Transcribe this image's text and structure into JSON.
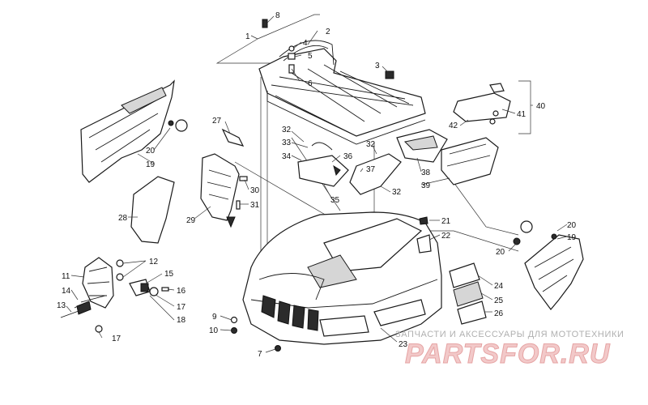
{
  "callouts": [
    {
      "id": "c1",
      "text": "1"
    },
    {
      "id": "c2",
      "text": "2"
    },
    {
      "id": "c3",
      "text": "3"
    },
    {
      "id": "c4",
      "text": "4"
    },
    {
      "id": "c5",
      "text": "5"
    },
    {
      "id": "c6",
      "text": "6"
    },
    {
      "id": "c7",
      "text": "7"
    },
    {
      "id": "c8",
      "text": "8"
    },
    {
      "id": "c9",
      "text": "9"
    },
    {
      "id": "c10",
      "text": "10"
    },
    {
      "id": "c11",
      "text": "11"
    },
    {
      "id": "c12",
      "text": "12"
    },
    {
      "id": "c13",
      "text": "13"
    },
    {
      "id": "c14",
      "text": "14"
    },
    {
      "id": "c15",
      "text": "15"
    },
    {
      "id": "c16",
      "text": "16"
    },
    {
      "id": "c17a",
      "text": "17"
    },
    {
      "id": "c17b",
      "text": "17"
    },
    {
      "id": "c18",
      "text": "18"
    },
    {
      "id": "c19a",
      "text": "19"
    },
    {
      "id": "c19b",
      "text": "19"
    },
    {
      "id": "c20a",
      "text": "20"
    },
    {
      "id": "c20b",
      "text": "20"
    },
    {
      "id": "c20c",
      "text": "20"
    },
    {
      "id": "c21",
      "text": "21"
    },
    {
      "id": "c22",
      "text": "22"
    },
    {
      "id": "c23",
      "text": "23"
    },
    {
      "id": "c24",
      "text": "24"
    },
    {
      "id": "c25",
      "text": "25"
    },
    {
      "id": "c26",
      "text": "26"
    },
    {
      "id": "c27",
      "text": "27"
    },
    {
      "id": "c28",
      "text": "28"
    },
    {
      "id": "c29",
      "text": "29"
    },
    {
      "id": "c30",
      "text": "30"
    },
    {
      "id": "c31",
      "text": "31"
    },
    {
      "id": "c32a",
      "text": "32"
    },
    {
      "id": "c32b",
      "text": "32"
    },
    {
      "id": "c32c",
      "text": "32"
    },
    {
      "id": "c33",
      "text": "33"
    },
    {
      "id": "c34",
      "text": "34"
    },
    {
      "id": "c35",
      "text": "35"
    },
    {
      "id": "c36",
      "text": "36"
    },
    {
      "id": "c37",
      "text": "37"
    },
    {
      "id": "c38",
      "text": "38"
    },
    {
      "id": "c39",
      "text": "39"
    },
    {
      "id": "c40",
      "text": "40"
    },
    {
      "id": "c41",
      "text": "41"
    },
    {
      "id": "c42",
      "text": "42"
    }
  ],
  "watermark": {
    "tagline": "ЗАПЧАСТИ И АКСЕССУАРЫ ДЛЯ МОТОТЕХНИКИ",
    "logo": "PARTSFOR.RU"
  },
  "colors": {
    "line": "#1a1a1a",
    "watermark_logo": "#f2c9c9",
    "watermark_text": "#b0b0b0"
  }
}
